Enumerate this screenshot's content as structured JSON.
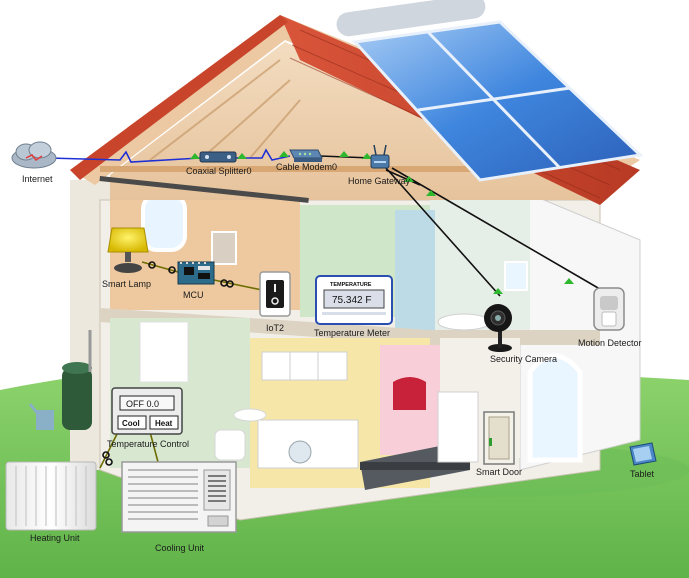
{
  "diagram": {
    "devices": {
      "internet": {
        "label": "Internet",
        "icon": "cloud-icon"
      },
      "coaxial_splitter": {
        "label": "Coaxial Splitter0",
        "icon": "splitter-icon"
      },
      "cable_modem": {
        "label": "Cable Modem0",
        "icon": "modem-icon"
      },
      "home_gateway": {
        "label": "Home Gateway",
        "icon": "router-icon"
      },
      "smart_lamp": {
        "label": "Smart Lamp",
        "icon": "lamp-icon"
      },
      "mcu": {
        "label": "MCU",
        "icon": "microcontroller-icon"
      },
      "iot2": {
        "label": "IoT2",
        "icon": "power-switch-icon"
      },
      "temperature_meter": {
        "label": "Temperature Meter",
        "icon": "thermometer-icon",
        "panel_title": "TEMPERATURE",
        "reading": "75.342 F"
      },
      "security_camera": {
        "label": "Security Camera",
        "icon": "camera-icon"
      },
      "motion_detector": {
        "label": "Motion Detector",
        "icon": "motion-sensor-icon"
      },
      "temperature_control": {
        "label": "Temperature Control",
        "icon": "thermostat-icon",
        "display": "OFF 0.0",
        "cool_label": "Cool",
        "heat_label": "Heat"
      },
      "heating_unit": {
        "label": "Heating Unit",
        "icon": "radiator-icon"
      },
      "cooling_unit": {
        "label": "Cooling Unit",
        "icon": "air-conditioner-icon"
      },
      "smart_door": {
        "label": "Smart Door",
        "icon": "door-icon"
      },
      "tablet": {
        "label": "Tablet",
        "icon": "tablet-icon"
      }
    },
    "colors": {
      "coax_link": "#1e2fd6",
      "ethernet_link": "#111111",
      "iot_link": "#8a8a00",
      "link_up": "#2eb82e",
      "sky": "#ffffff",
      "lawn": "#72c35a",
      "roof": "#c8452c",
      "solar_panel": "#3d7fd8",
      "wall": "#f5f3ee"
    }
  }
}
